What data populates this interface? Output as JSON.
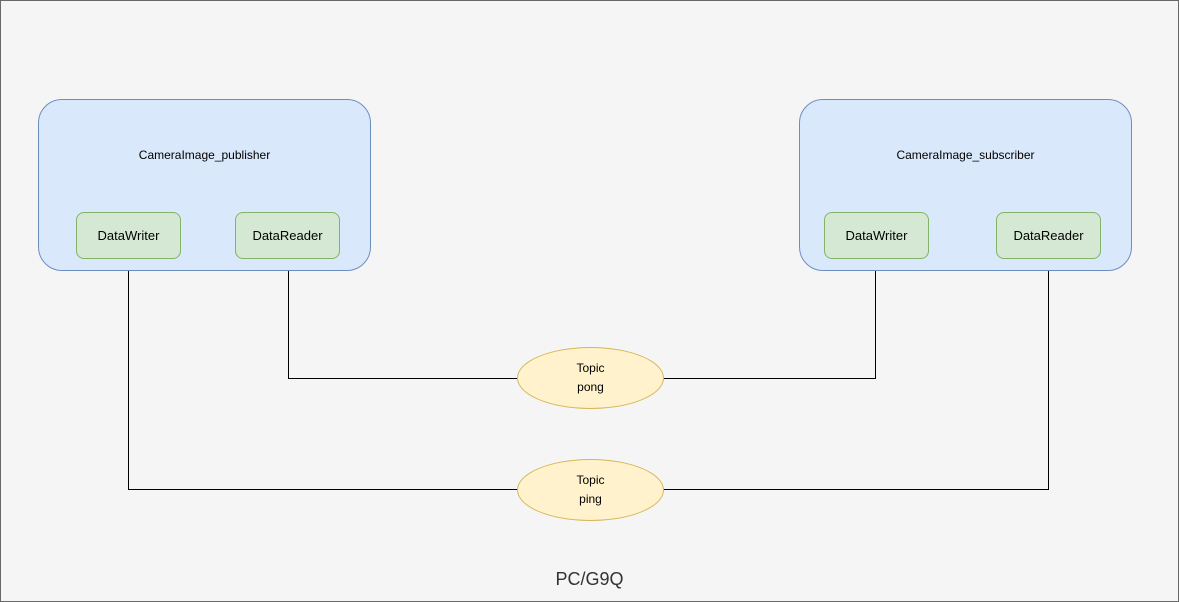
{
  "canvas": {
    "background_color": "#F5F5F5",
    "frame_border_color": "#686868",
    "footer_label": "PC/G9Q"
  },
  "colors": {
    "participant_fill": "#DAE8FC",
    "participant_stroke": "#6C8EBF",
    "endpoint_fill": "#D5E8D4",
    "endpoint_stroke": "#82B366",
    "topic_fill": "#FFF2CC",
    "topic_stroke": "#D6B656",
    "edge_color": "#000000"
  },
  "publisher": {
    "title": "CameraImage_publisher",
    "datawriter_label": "DataWriter",
    "datareader_label": "DataReader"
  },
  "subscriber": {
    "title": "CameraImage_subscriber",
    "datawriter_label": "DataWriter",
    "datareader_label": "DataReader"
  },
  "topics": {
    "pong": {
      "line1": "Topic",
      "line2": "pong"
    },
    "ping": {
      "line1": "Topic",
      "line2": "ping"
    }
  },
  "connections": [
    {
      "from": "publisher.DataReader",
      "to": "subscriber.DataWriter",
      "via": "Topic pong"
    },
    {
      "from": "publisher.DataWriter",
      "to": "subscriber.DataReader",
      "via": "Topic ping"
    }
  ]
}
